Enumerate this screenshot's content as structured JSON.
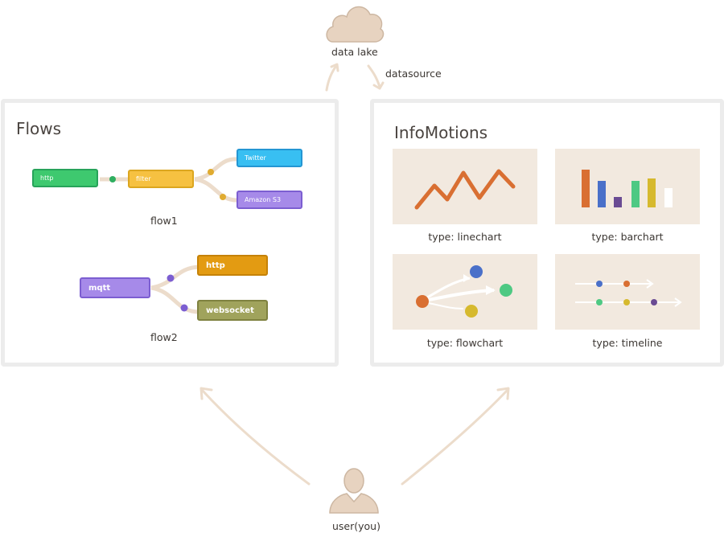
{
  "top": {
    "cloud_label": "data lake",
    "datasource_label": "datasource"
  },
  "flows": {
    "title": "Flows",
    "flow1": {
      "caption": "flow1",
      "nodes": [
        {
          "label": "http",
          "color": "#3ec96f"
        },
        {
          "label": "filter",
          "color": "#f6c141"
        },
        {
          "label": "Twitter",
          "color": "#38bff2"
        },
        {
          "label": "Amazon S3",
          "color": "#a68ae9"
        }
      ]
    },
    "flow2": {
      "caption": "flow2",
      "nodes": [
        {
          "label": "mqtt",
          "color": "#a68ae9"
        },
        {
          "label": "http",
          "color": "#e39b12"
        },
        {
          "label": "websocket",
          "color": "#a0a35c"
        }
      ]
    }
  },
  "infomotions": {
    "title": "InfoMotions",
    "cards": [
      {
        "label": "type: linechart"
      },
      {
        "label": "type: barchart"
      },
      {
        "label": "type: flowchart"
      },
      {
        "label": "type: timeline"
      }
    ]
  },
  "user": {
    "label": "user(you)"
  },
  "colors": {
    "accent_beige": "#ecdccb",
    "icon_fill": "#e7d3c0",
    "panel_border": "#ececec"
  }
}
